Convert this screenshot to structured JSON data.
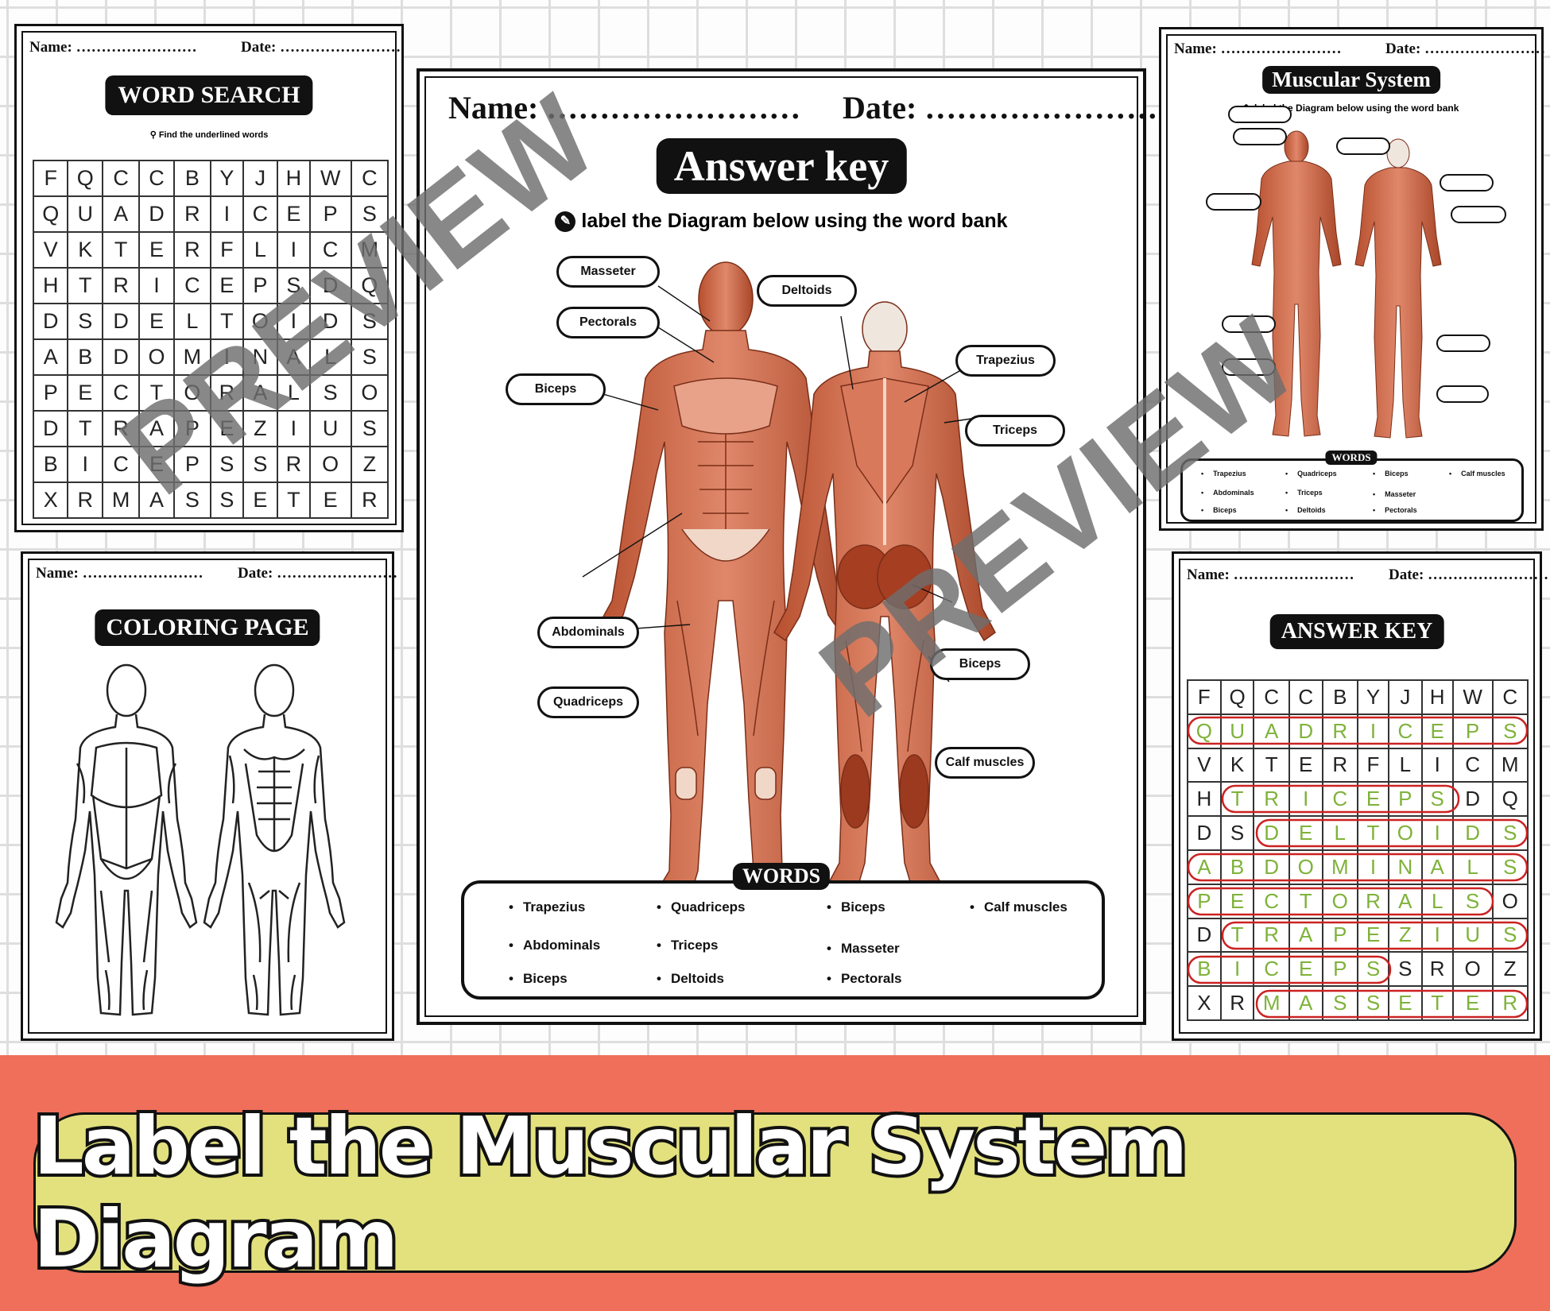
{
  "common": {
    "name_label": "Name:",
    "date_label": "Date:"
  },
  "word_search": {
    "title": "WORD SEARCH",
    "subtitle": "Find the underlined words",
    "grid": [
      [
        "F",
        "Q",
        "C",
        "C",
        "B",
        "Y",
        "J",
        "H",
        "W",
        "C"
      ],
      [
        "Q",
        "U",
        "A",
        "D",
        "R",
        "I",
        "C",
        "E",
        "P",
        "S"
      ],
      [
        "V",
        "K",
        "T",
        "E",
        "R",
        "F",
        "L",
        "I",
        "C",
        "M"
      ],
      [
        "H",
        "T",
        "R",
        "I",
        "C",
        "E",
        "P",
        "S",
        "D",
        "Q"
      ],
      [
        "D",
        "S",
        "D",
        "E",
        "L",
        "T",
        "O",
        "I",
        "D",
        "S"
      ],
      [
        "A",
        "B",
        "D",
        "O",
        "M",
        "I",
        "N",
        "A",
        "L",
        "S"
      ],
      [
        "P",
        "E",
        "C",
        "T",
        "O",
        "R",
        "A",
        "L",
        "S",
        "O"
      ],
      [
        "D",
        "T",
        "R",
        "A",
        "P",
        "E",
        "Z",
        "I",
        "U",
        "S"
      ],
      [
        "B",
        "I",
        "C",
        "E",
        "P",
        "S",
        "S",
        "R",
        "O",
        "Z"
      ],
      [
        "X",
        "R",
        "M",
        "A",
        "S",
        "S",
        "E",
        "T",
        "E",
        "R"
      ]
    ]
  },
  "coloring": {
    "title": "COLORING PAGE"
  },
  "answer_key_main": {
    "title": "Answer key",
    "instruction": "label the Diagram below using the word bank",
    "labels": {
      "masseter": "Masseter",
      "pectorals": "Pectorals",
      "biceps_front": "Biceps",
      "abdominals": "Abdominals",
      "quadriceps": "Quadriceps",
      "deltoids": "Deltoids",
      "trapezius": "Trapezius",
      "triceps": "Triceps",
      "biceps_back": "Biceps",
      "calf": "Calf muscles"
    },
    "words_title": "WORDS",
    "words": [
      "Trapezius",
      "Quadriceps",
      "Biceps",
      "Calf muscles",
      "Abdominals",
      "Triceps",
      "Masseter",
      "Biceps",
      "Deltoids",
      "Pectorals"
    ]
  },
  "muscular_sheet": {
    "title": "Muscular System",
    "instruction": "label the Diagram below using the word bank",
    "words_title": "WORDS",
    "words": [
      "Trapezius",
      "Quadriceps",
      "Biceps",
      "Calf muscles",
      "Abdominals",
      "Triceps",
      "Masseter",
      "Biceps",
      "Deltoids",
      "Pectorals"
    ]
  },
  "answer_key_grid": {
    "title": "ANSWER KEY",
    "highlight_color": "#cc2222",
    "found_color": "#7fb23a"
  },
  "watermark": "PREVIEW",
  "banner": {
    "text": "Label the Muscular System Diagram",
    "bg_color": "#ef6f5a",
    "pill_color": "#e2e17e"
  }
}
